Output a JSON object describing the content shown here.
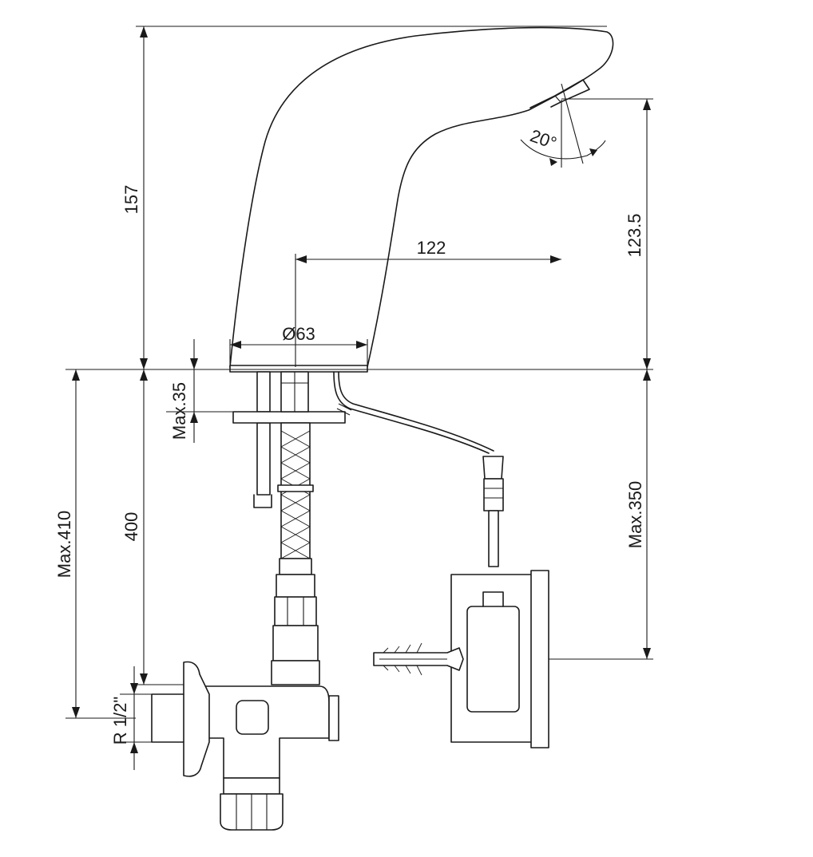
{
  "dimensions": {
    "faucet_height": "157",
    "aerator_height": "123.5",
    "spout_reach": "122",
    "base_diameter": "Ø63",
    "mounting_thickness": "Max.35",
    "connector_length": "400",
    "max_depth_valve": "Max.410",
    "max_depth_control_box": "Max.350",
    "thread": "R 1/2\"",
    "sensor_angle": "20°"
  }
}
